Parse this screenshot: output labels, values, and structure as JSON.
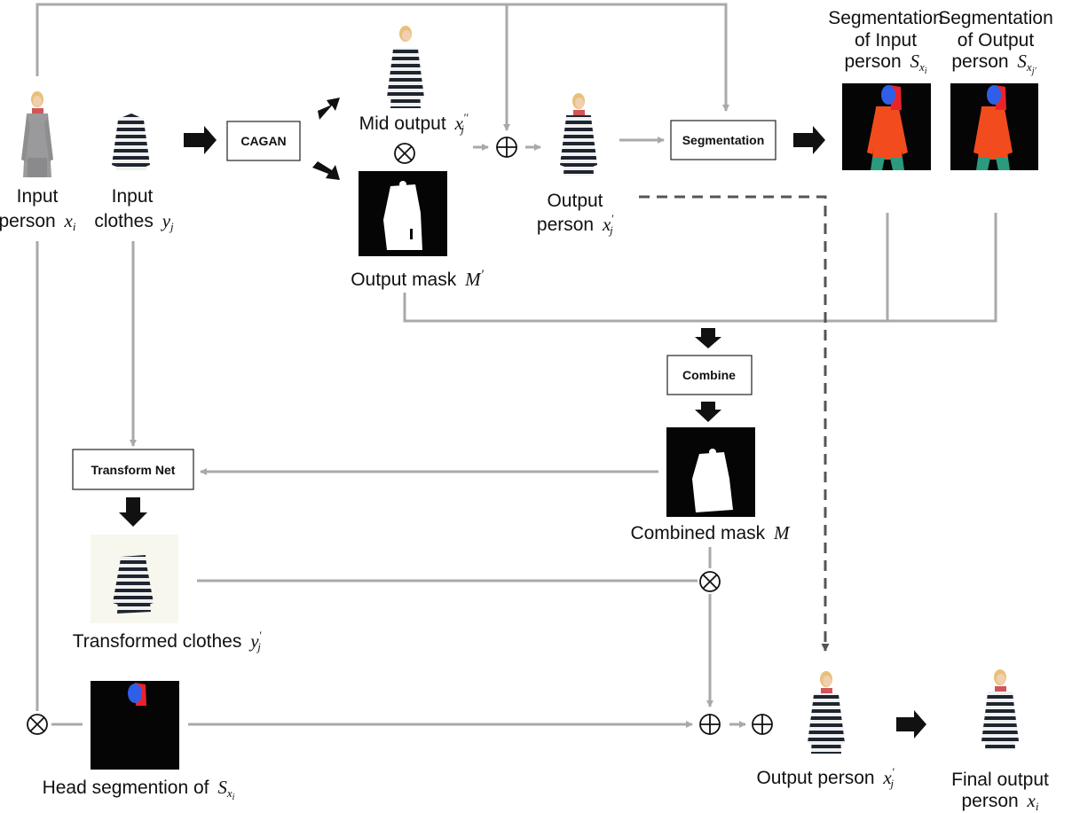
{
  "labels": {
    "input_person": {
      "line1": "Input",
      "line2": "person",
      "sym": "x",
      "sub": "i"
    },
    "input_clothes": {
      "line1": "Input",
      "line2": "clothes",
      "sym": "y",
      "sub": "j"
    },
    "mid_output": {
      "text": "Mid output",
      "sym": "x",
      "sub": "j",
      "sup": "''"
    },
    "output_mask": {
      "text": "Output mask",
      "sym": "M",
      "sup": "'"
    },
    "output_person_top": {
      "line1": "Output",
      "line2": "person",
      "sym": "x",
      "sub": "j",
      "sup": "'"
    },
    "seg_input": {
      "line1": "Segmentation",
      "line2": "of Input",
      "line3": "person",
      "sym": "S",
      "sub": "x",
      "subsub": "i"
    },
    "seg_output": {
      "line1": "Segmentation",
      "line2": "of Output",
      "line3": "person",
      "sym": "S",
      "sub": "x",
      "subsub": "j'"
    },
    "combined_mask": {
      "text": "Combined mask",
      "sym": "M"
    },
    "transformed_clothes": {
      "text": "Transformed clothes",
      "sym": "y",
      "sub": "j",
      "sup": "'"
    },
    "head_seg": {
      "text": "Head segmention of",
      "sym": "S",
      "sub": "x",
      "subsub": "i"
    },
    "output_person_bottom": {
      "text": "Output person",
      "sym": "x",
      "sub": "j",
      "sup": "'"
    },
    "final_output": {
      "line1": "Final output",
      "line2": "person",
      "sym": "x",
      "sub": "i"
    }
  },
  "boxes": {
    "cagan": "CAGAN",
    "segmentation": "Segmentation",
    "combine": "Combine",
    "transform_net": "Transform Net"
  },
  "colors": {
    "flow_line": "#a7aba7",
    "seg_body": "#f24c1e",
    "seg_face": "#2f5fe8",
    "seg_hair": "#e8242a",
    "seg_legs": "#2c9a7d",
    "seg_bg": "#050505"
  }
}
